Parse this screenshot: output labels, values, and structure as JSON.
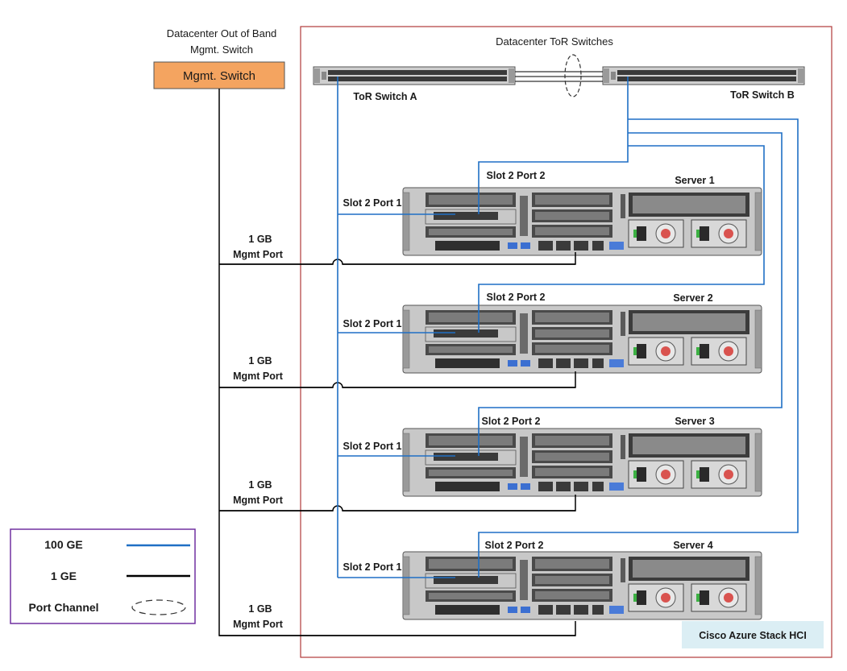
{
  "oob": {
    "caption_line1": "Datacenter Out of Band",
    "caption_line2": "Mgmt. Switch",
    "button_label": "Mgmt. Switch"
  },
  "tor": {
    "caption": "Datacenter ToR Switches",
    "switch_a": "ToR Switch A",
    "switch_b": "ToR Switch B"
  },
  "servers": [
    {
      "name": "Server 1",
      "slot_port_1": "Slot 2 Port 1",
      "slot_port_2": "Slot 2 Port 2",
      "mgmt_line1": "1 GB",
      "mgmt_line2": "Mgmt Port"
    },
    {
      "name": "Server 2",
      "slot_port_1": "Slot 2 Port 1",
      "slot_port_2": "Slot 2 Port 2",
      "mgmt_line1": "1 GB",
      "mgmt_line2": "Mgmt Port"
    },
    {
      "name": "Server 3",
      "slot_port_1": "Slot 2 Port 1",
      "slot_port_2": "Slot 2 Port 2",
      "mgmt_line1": "1 GB",
      "mgmt_line2": "Mgmt Port"
    },
    {
      "name": "Server 4",
      "slot_port_1": "Slot 2 Port 1",
      "slot_port_2": "Slot 2 Port 2",
      "mgmt_line1": "1 GB",
      "mgmt_line2": "Mgmt Port"
    }
  ],
  "legend": {
    "item_100ge": "100 GE",
    "item_1ge": "1 GE",
    "item_port_channel": "Port Channel"
  },
  "badge": {
    "label": "Cisco Azure Stack HCI"
  },
  "colors": {
    "blue_link": "#1f6fc5",
    "black_link": "#000000",
    "cluster_border": "#b03a3a",
    "mgmt_switch": "#f4a460",
    "legend_border": "#7030a0",
    "badge_bg": "#dbeef4"
  }
}
